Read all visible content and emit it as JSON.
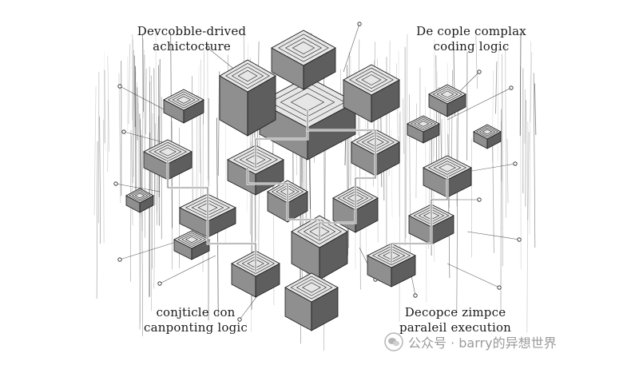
{
  "captions": {
    "top_left": [
      "Devcobble-drived",
      "achictocture"
    ],
    "top_right": [
      "De cople complax",
      "coding logic"
    ],
    "bottom_left": [
      "conjticle con",
      "canponting logic"
    ],
    "bottom_right": [
      "Decopce zimpce",
      "paraleil execution"
    ]
  },
  "watermark": {
    "text": "公众号 · barry的异想世界",
    "icon": "wechat-icon"
  },
  "colors": {
    "ink": "#1b1b1b",
    "watermark": "#9a9a9a",
    "background": "#ffffff"
  }
}
